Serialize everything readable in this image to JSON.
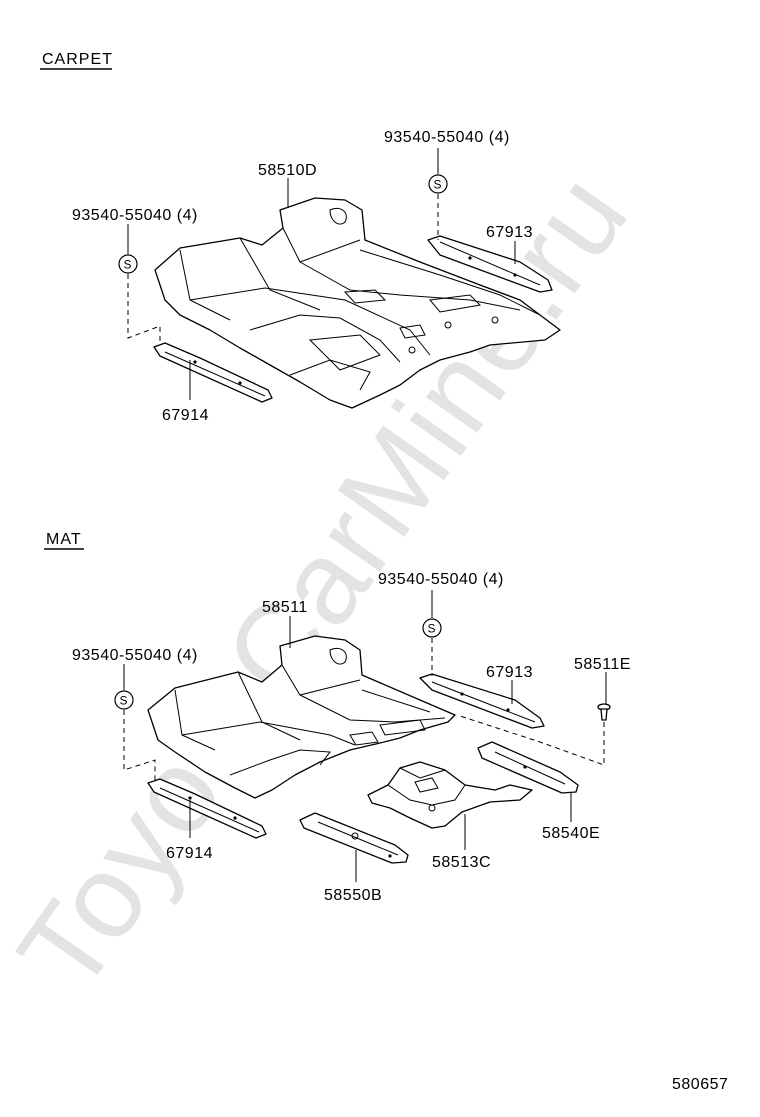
{
  "sections": {
    "carpet": "CARPET",
    "mat": "MAT"
  },
  "labels": {
    "carpet_bolt_right": "93540-55040 (4)",
    "carpet_bolt_left": "93540-55040 (4)",
    "carpet_main": "58510D",
    "carpet_plate_right": "67913",
    "carpet_plate_left": "67914",
    "mat_bolt_right": "93540-55040 (4)",
    "mat_bolt_left": "93540-55040 (4)",
    "mat_main": "58511",
    "mat_plate_right": "67913",
    "mat_clip": "58511E",
    "mat_plate_left": "67914",
    "mat_tunnel": "58513C",
    "mat_rear_pad": "58540E",
    "mat_center_pad": "58550B"
  },
  "symbol_letter": "S",
  "diagram_code": "580657",
  "watermark": "ToyotaCarMine.ru",
  "colors": {
    "line": "#000000",
    "watermark": "#e3e3e3",
    "background": "#ffffff"
  }
}
